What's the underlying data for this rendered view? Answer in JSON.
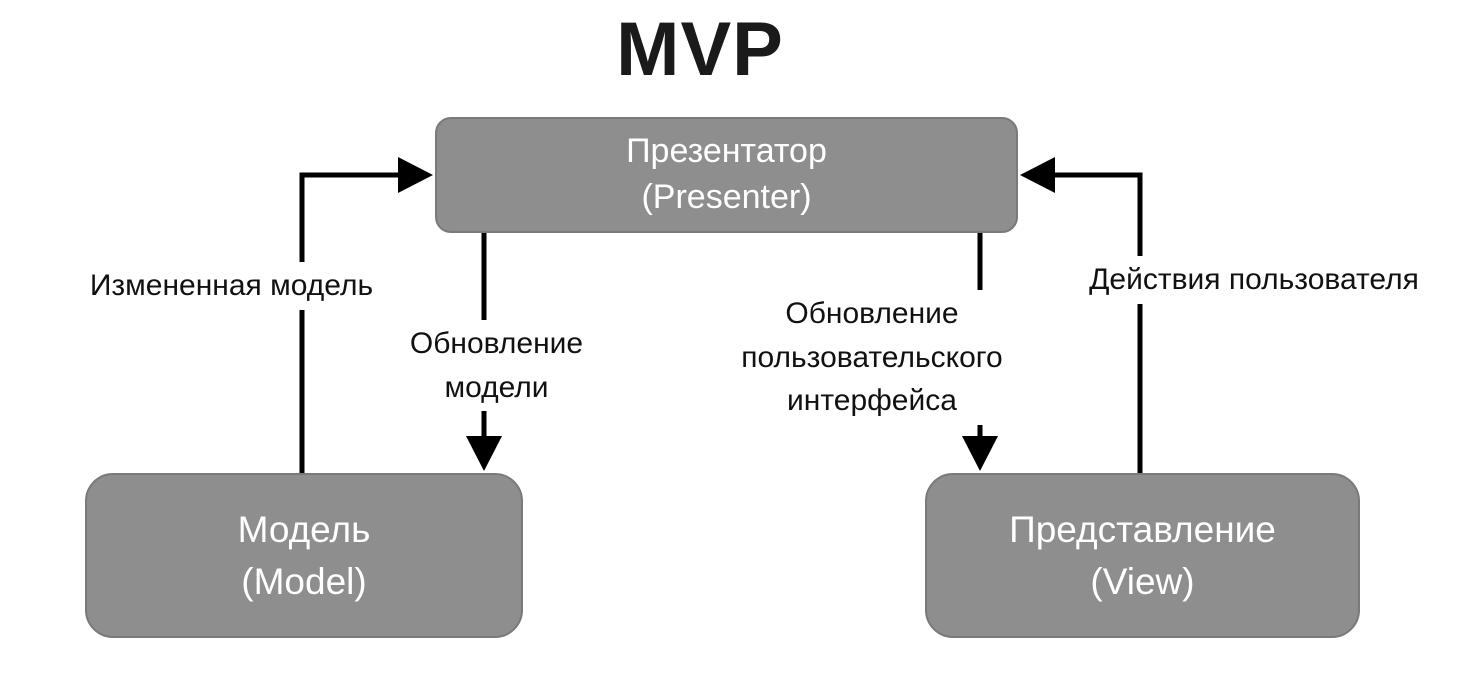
{
  "title": "MVP",
  "boxes": {
    "presenter": {
      "lines": [
        "Презентатор",
        "(Presenter)"
      ]
    },
    "model": {
      "lines": [
        "Модель",
        "(Model)"
      ]
    },
    "view": {
      "lines": [
        "Представление",
        "(View)"
      ]
    }
  },
  "arrows": {
    "changed_model": {
      "label": "Измененная модель",
      "from": "model",
      "to": "presenter"
    },
    "model_update": {
      "label_lines": [
        "Обновление",
        "модели"
      ],
      "from": "presenter",
      "to": "model"
    },
    "ui_update": {
      "label_lines": [
        "Обновление",
        "пользовательского",
        "интерфейса"
      ],
      "from": "presenter",
      "to": "view"
    },
    "user_actions": {
      "label": "Действия пользователя",
      "from": "view",
      "to": "presenter"
    }
  },
  "colors": {
    "background": "#ffffff",
    "box_fill": "#8e8e8e",
    "box_border": "#7a7a7a",
    "box_text": "#ffffff",
    "arrow": "#000000",
    "label_text": "#111111",
    "title_text": "#1a1a1a"
  }
}
